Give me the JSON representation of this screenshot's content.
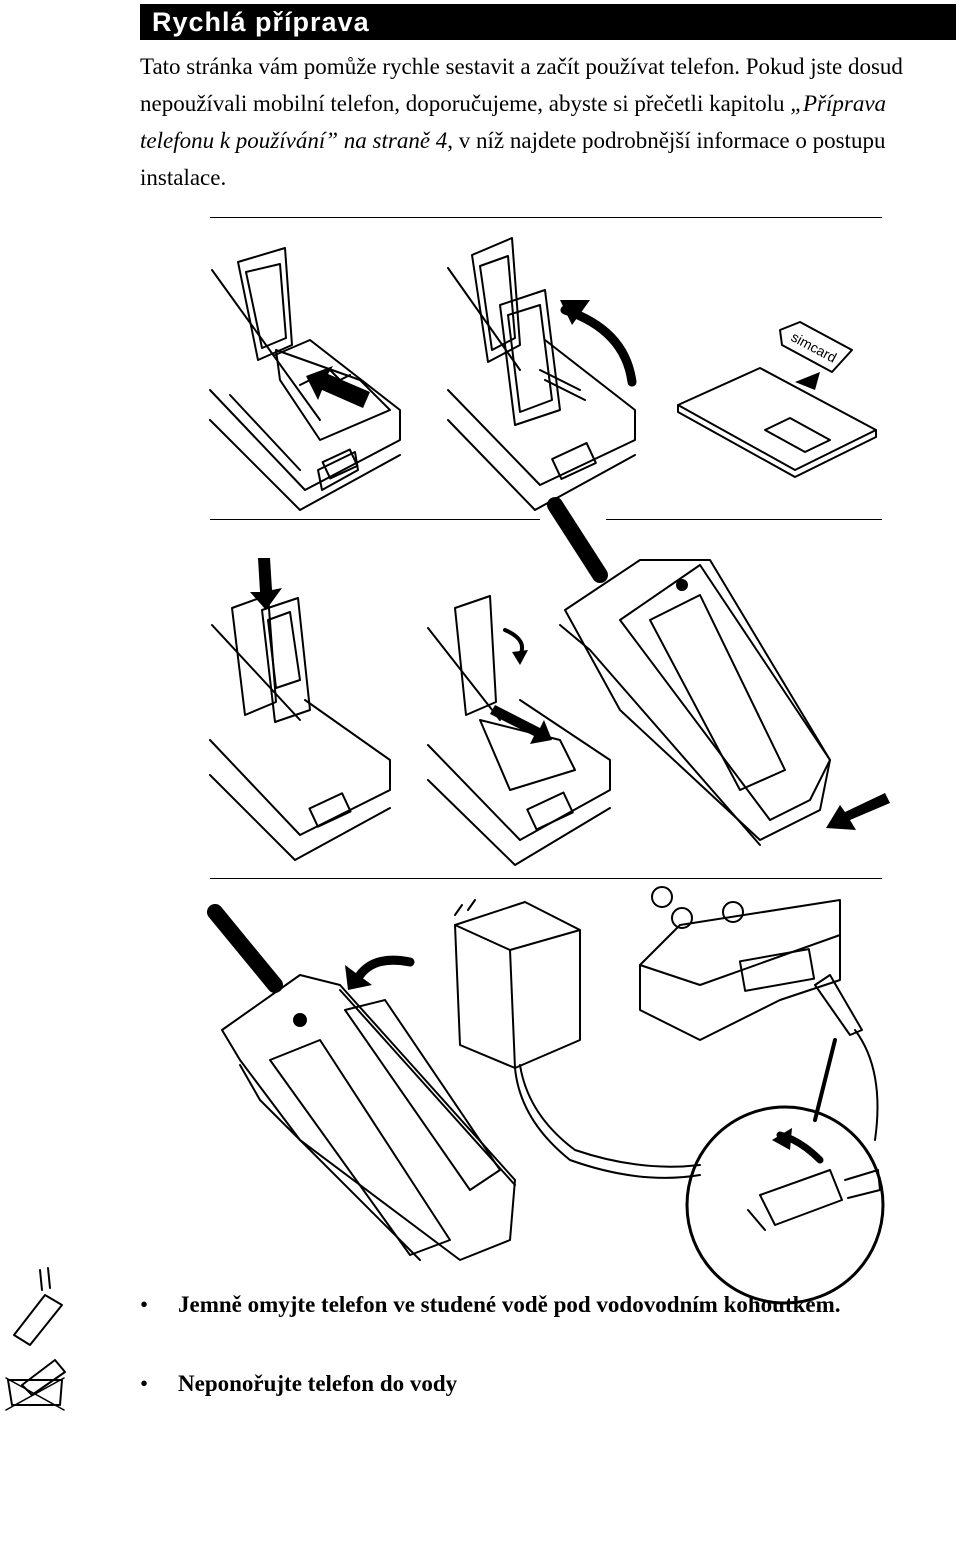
{
  "header": {
    "title": "Rychlá příprava"
  },
  "intro": {
    "line1": "Tato stránka vám pomůže rychle sestavit a začít používat telefon. Pokud jste dosud nepoužívali mobilní telefon, doporučujeme, abyste si přečetli kapitolu ",
    "link": "„Příprava telefonu k používání” na straně 4",
    "line2": ", v níž najdete podrobnější informace o postupu instalace."
  },
  "illustrations": {
    "simcard_label": "simcard"
  },
  "bullets": [
    {
      "marker": "•",
      "text": "Jemně omyjte telefon ve studené vodě pod vodovodním kohoutkem."
    },
    {
      "marker": "•",
      "text": "Neponořujte telefon do vody"
    }
  ],
  "colors": {
    "header_bg": "#000000",
    "header_text": "#ffffff",
    "line": "#000000"
  }
}
